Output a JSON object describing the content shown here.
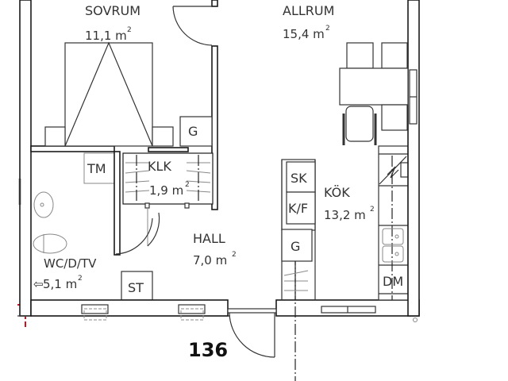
{
  "plan": {
    "apartment_number": "136",
    "rooms": [
      {
        "name": "SOVRUM",
        "area": "11,1 m",
        "area_sup": "2"
      },
      {
        "name": "ALLRUM",
        "area": "15,4 m",
        "area_sup": "2"
      },
      {
        "name": "KLK",
        "area": "1,9 m",
        "area_sup": "2"
      },
      {
        "name": "KÖK",
        "area": "13,2 m",
        "area_sup": "2"
      },
      {
        "name": "HALL",
        "area": "7,0 m",
        "area_sup": "2"
      },
      {
        "name": "WC/D/TV",
        "area": "5,1 m",
        "area_sup": "2"
      }
    ],
    "fixtures": {
      "g_bedroom": "G",
      "tm": "TM",
      "sk": "SK",
      "kf": "K/F",
      "g_kitchen": "G",
      "st": "ST",
      "dm": "DM"
    },
    "colors": {
      "wall": "#1a1a1a",
      "boundary_line": "#d0101a",
      "background": "#ffffff"
    }
  }
}
